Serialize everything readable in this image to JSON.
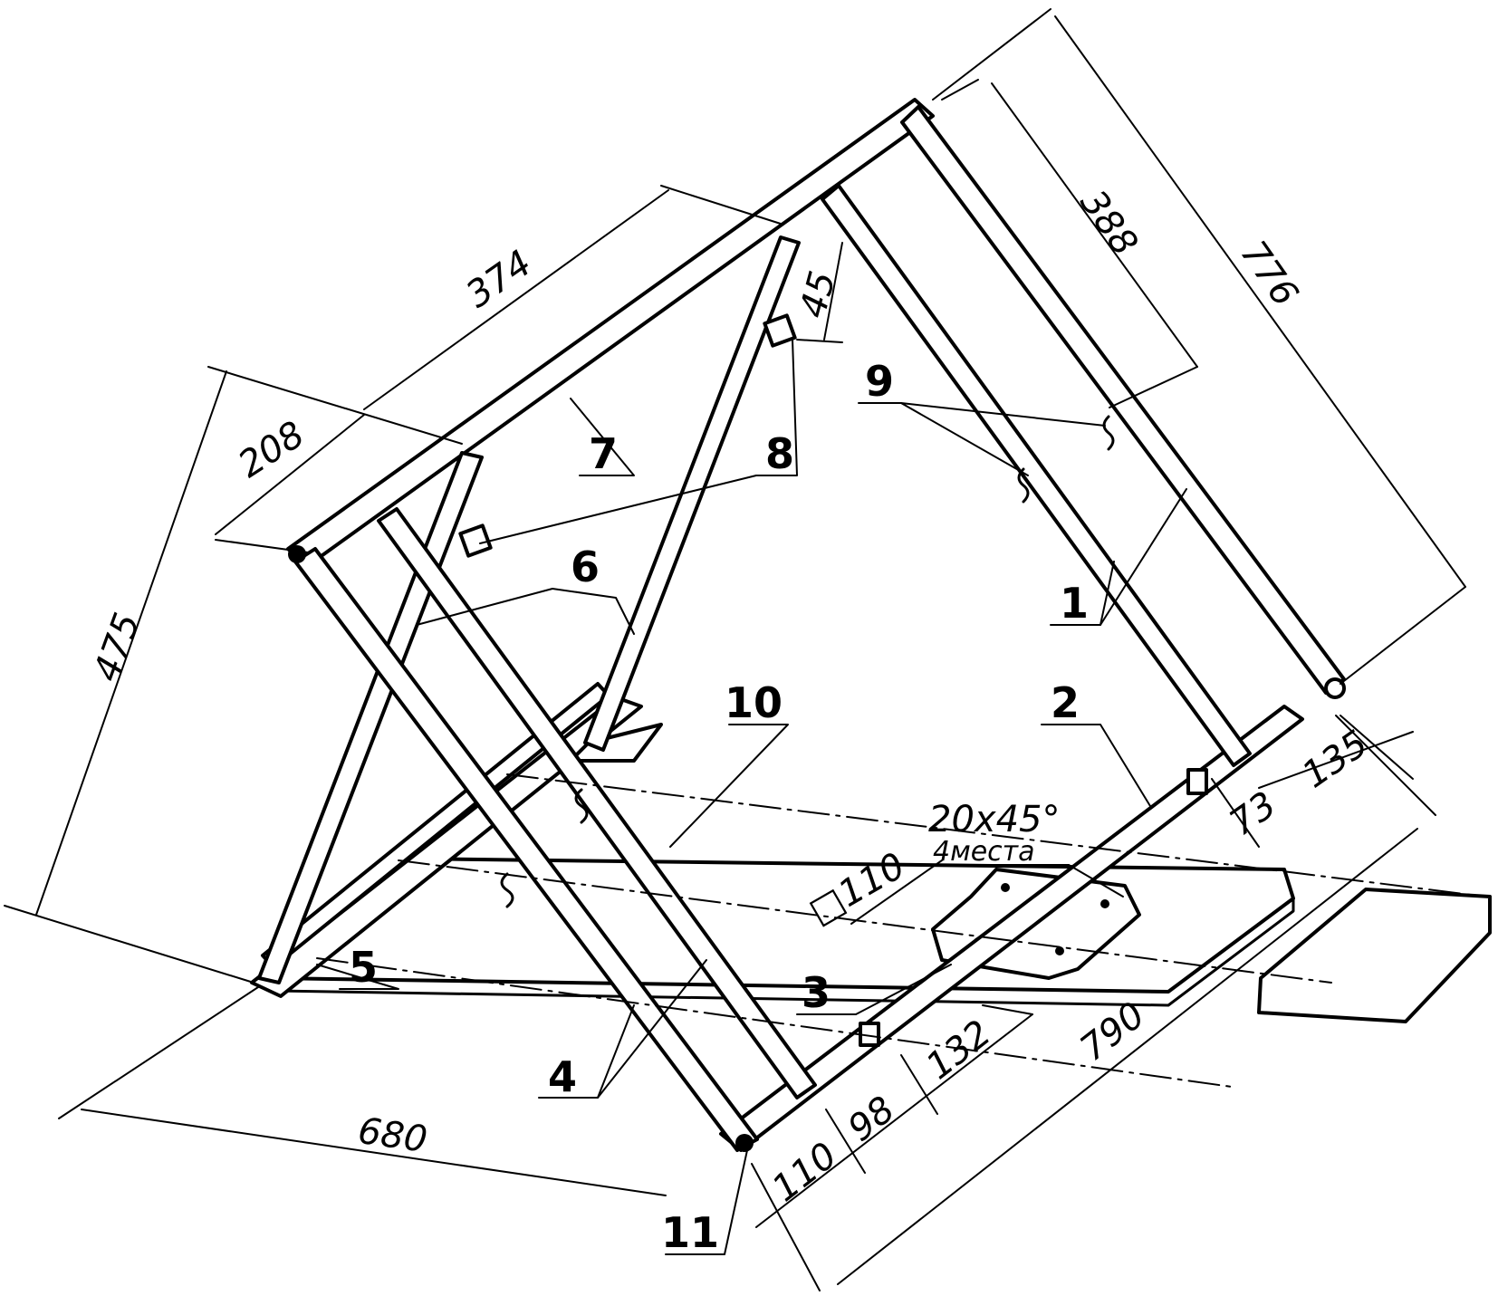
{
  "dimensions": {
    "d374": "374",
    "d208": "208",
    "d475": "475",
    "d45": "45",
    "d388": "388",
    "d776": "776",
    "d135": "135",
    "d73": "73",
    "d680": "680",
    "d790": "790",
    "d110": "110",
    "d98": "98",
    "d132": "132",
    "d110sq": "□110",
    "chamfer": "20x45°",
    "chamfer_note": "4места"
  },
  "callouts": {
    "c1": "1",
    "c2": "2",
    "c3": "3",
    "c4": "4",
    "c5": "5",
    "c6": "6",
    "c7": "7",
    "c8": "8",
    "c9": "9",
    "c10": "10",
    "c11": "11"
  },
  "colors": {
    "ink": "#000000",
    "paper": "#ffffff"
  }
}
